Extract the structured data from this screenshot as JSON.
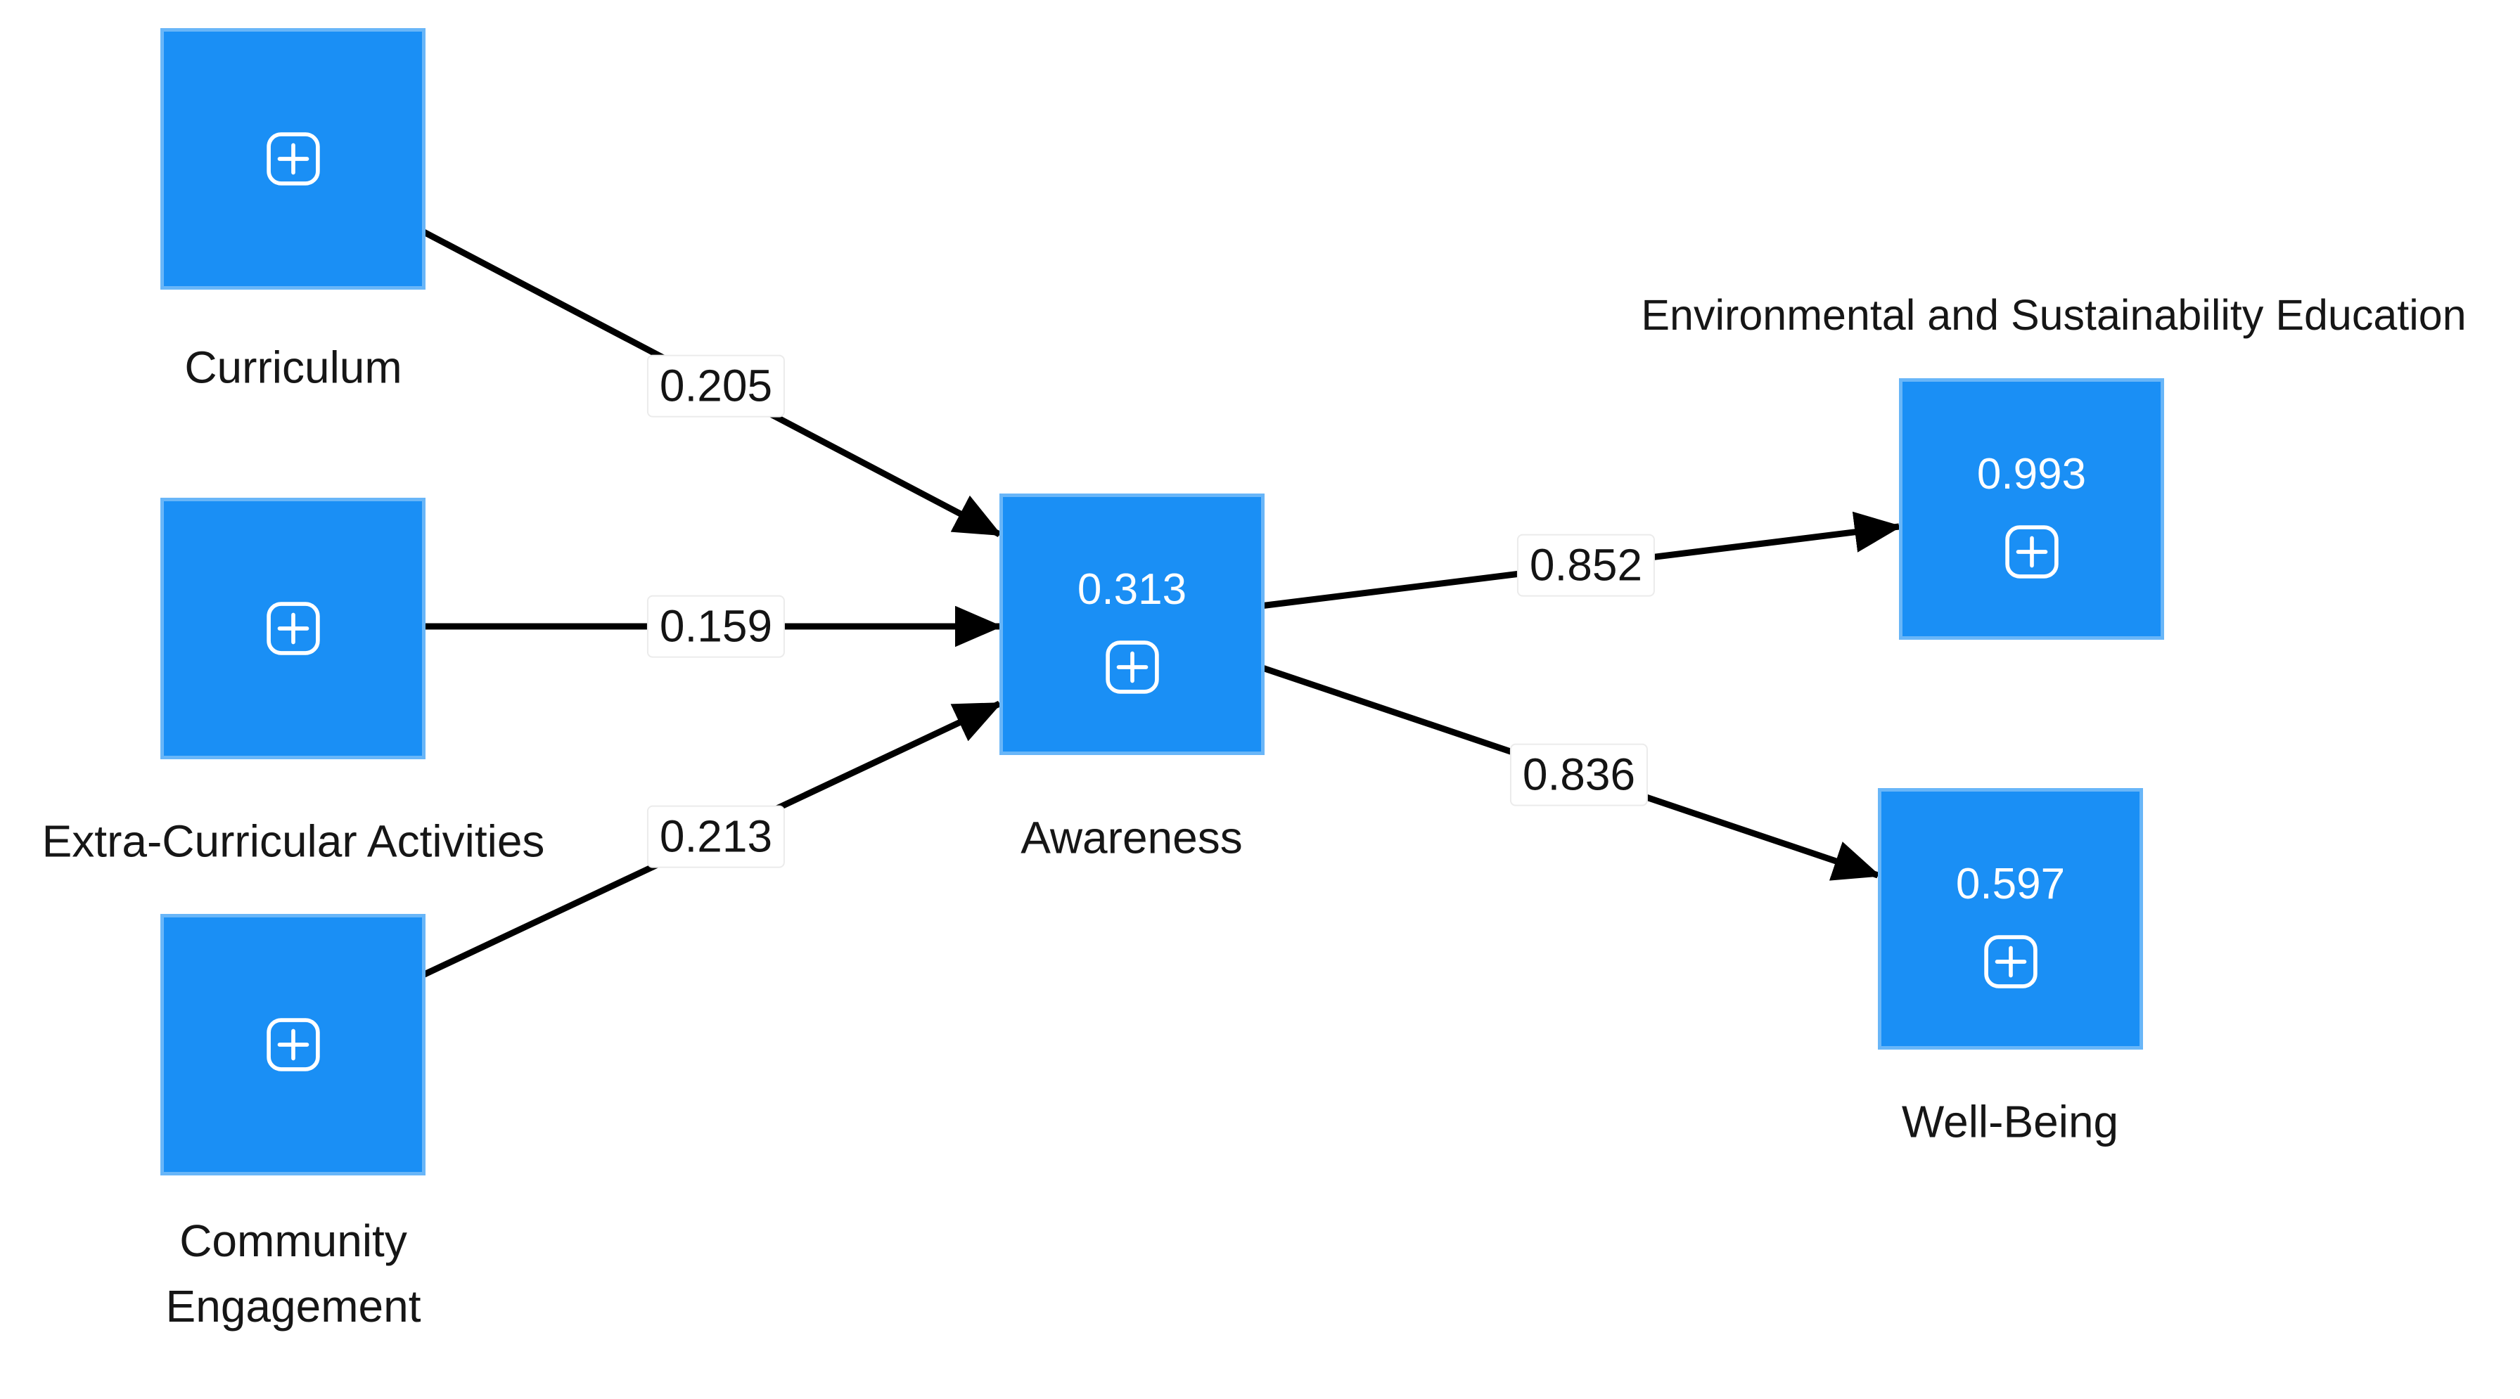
{
  "diagram": {
    "nodes": {
      "curriculum": {
        "label": "Curriculum"
      },
      "extra_curricular_activities": {
        "label": "Extra-Curricular Activities"
      },
      "community_engagement": {
        "label": "Community Engagement"
      },
      "awareness": {
        "label": "Awareness",
        "value": "0.313"
      },
      "environmental_and_sustainability_education": {
        "label": "Environmental and Sustainability Education",
        "value": "0.993"
      },
      "well_being": {
        "label": "Well-Being",
        "value": "0.597"
      }
    },
    "edges": [
      {
        "from": "Curriculum",
        "to": "Awareness",
        "coefficient": "0.205"
      },
      {
        "from": "Extra-Curricular Activities",
        "to": "Awareness",
        "coefficient": "0.159"
      },
      {
        "from": "Community Engagement",
        "to": "Awareness",
        "coefficient": "0.213"
      },
      {
        "from": "Awareness",
        "to": "Environmental and Sustainability Education",
        "coefficient": "0.852"
      },
      {
        "from": "Awareness",
        "to": "Well-Being",
        "coefficient": "0.836"
      }
    ],
    "icons": {
      "expand": "plus-in-rounded-square"
    },
    "colors": {
      "construct_fill": "#1a8ff5",
      "construct_value_text": "#ffffff",
      "label_text": "#161616",
      "edge_stroke": "#000000",
      "coefficient_background": "#ffffff"
    }
  }
}
